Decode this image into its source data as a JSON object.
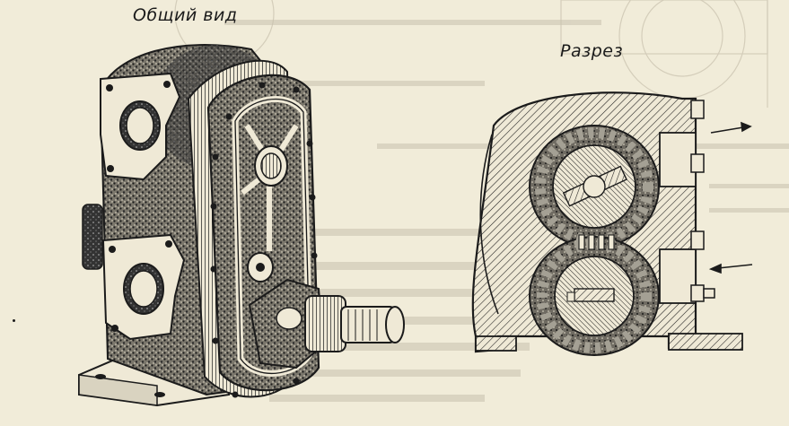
{
  "captions": {
    "general_view": "Общий вид",
    "section": "Разрез"
  },
  "colors": {
    "paper": "#f1ecd9",
    "ink": "#1b1b1b",
    "bleed": "#bdb6a3"
  },
  "icons": {
    "left_figure": "gear-pump-exterior-illustration",
    "right_figure": "gear-pump-cross-section-illustration",
    "arrows": "flow-arrow-icon"
  }
}
